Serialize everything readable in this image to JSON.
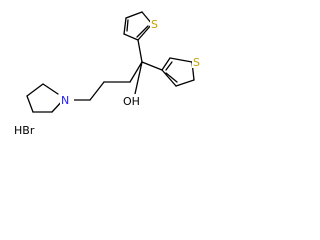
{
  "structure": {
    "atoms": {
      "nitrogen": "N",
      "hydroxyl": "OH",
      "sulfur_top": "S",
      "sulfur_right": "S",
      "salt": "HBr"
    },
    "colors": {
      "bond": "#000000",
      "sulfur": "#c8a000",
      "nitrogen": "#2020ff",
      "text": "#000000"
    }
  }
}
